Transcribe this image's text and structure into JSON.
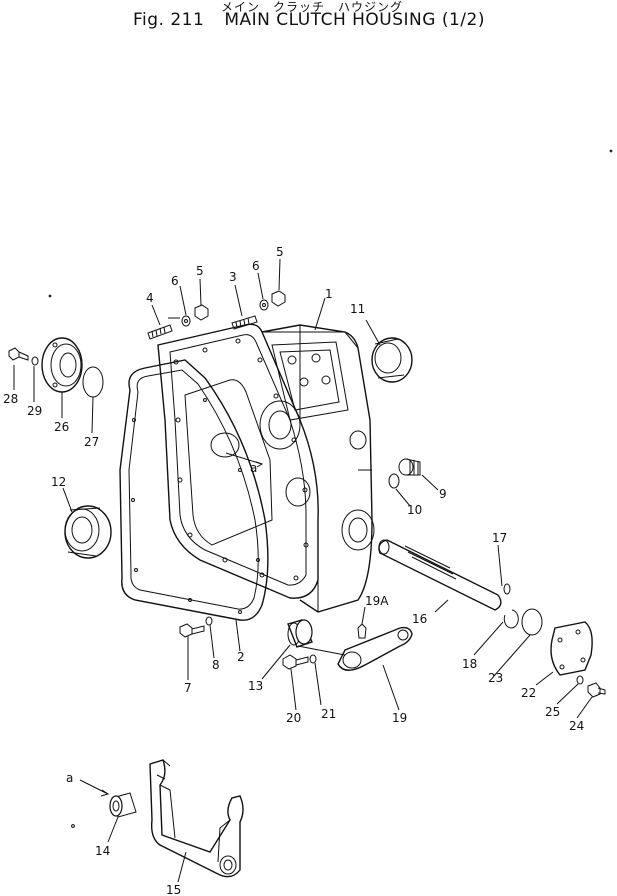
{
  "header": {
    "kana": "メイン　クラッチ　ハウジング",
    "fig_label": "Fig. 211",
    "title": "MAIN CLUTCH HOUSING (1/2)"
  },
  "callouts": {
    "c1": "1",
    "c2": "2",
    "c3": "3",
    "c4": "4",
    "c5a": "5",
    "c5b": "5",
    "c6a": "6",
    "c6b": "6",
    "c7": "7",
    "c8": "8",
    "c9": "9",
    "c10": "10",
    "c11": "11",
    "c12": "12",
    "c13": "13",
    "c14": "14",
    "c15": "15",
    "c16": "16",
    "c17": "17",
    "c18": "18",
    "c19": "19",
    "c19a": "19A",
    "c20": "20",
    "c21": "21",
    "c22": "22",
    "c23": "23",
    "c24": "24",
    "c25": "25",
    "c26": "26",
    "c27": "27",
    "c28": "28",
    "c29": "29",
    "ref_a1": "a",
    "ref_a2": "a"
  }
}
